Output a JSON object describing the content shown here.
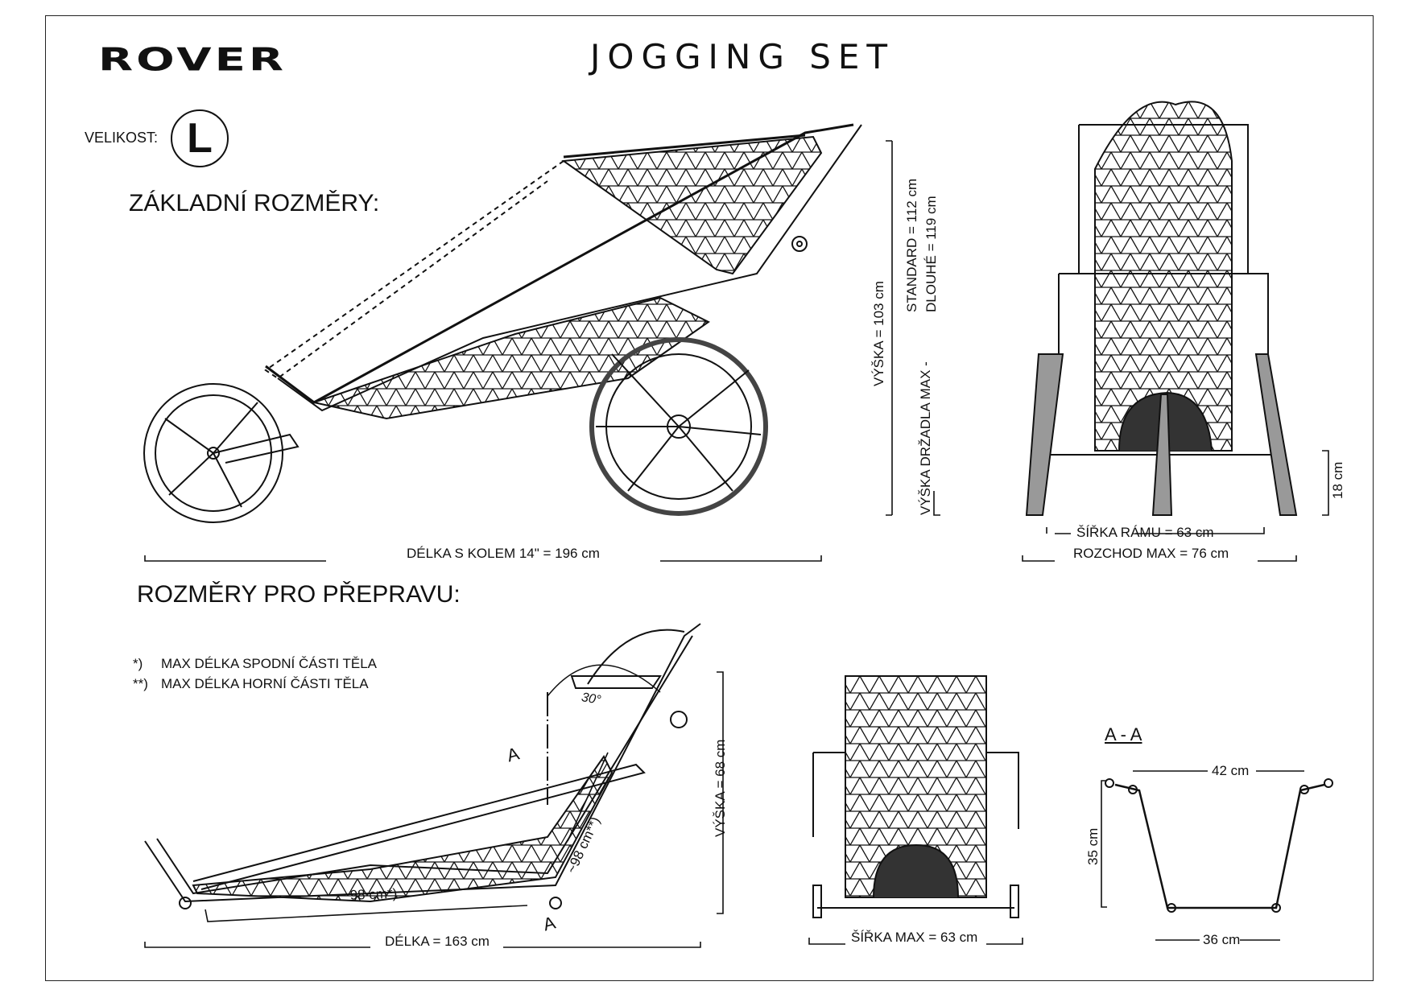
{
  "brand": {
    "logo_text": "ROVER",
    "logo_icon": "rover-x-logo"
  },
  "title": "JOGGING SET",
  "size": {
    "label": "VELIKOST:",
    "value": "L"
  },
  "sections": {
    "basic": "ZÁKLADNÍ ROZMĚRY:",
    "transport": "ROZMĚRY PRO PŘEPRAVU:"
  },
  "basic_dimensions": {
    "length_with_wheel": "DÉLKA S KOLEM  14\" = 196 cm",
    "height": "VÝŠKA = 103 cm",
    "handle_height_label": "VÝŠKA DRŽADLA MAX -",
    "handle_standard": "STANDARD = 112 cm",
    "handle_long": "DLOUHÉ    = 119 cm",
    "frame_width": "ŠÍŘKA RÁMU = 63 cm",
    "track_max": "ROZCHOD MAX = 76 cm",
    "wheel_side": "18 cm"
  },
  "notes": [
    {
      "mark": "*)",
      "text": "MAX DÉLKA SPODNÍ ČÁSTI TĚLA"
    },
    {
      "mark": "**)",
      "text": "MAX DÉLKA HORNÍ ČÁSTI TĚLA"
    }
  ],
  "transport_dimensions": {
    "length": "DÉLKA = 163 cm",
    "height": "VÝŠKA = 68 cm",
    "lower_body": "~ 98 cm*)",
    "upper_body": "~98 cm**)",
    "angle": "30°",
    "section_mark": "A",
    "width_max": "ŠÍŘKA MAX = 63 cm"
  },
  "section_aa": {
    "title": "A - A",
    "top_width": "42 cm",
    "bottom_width": "36 cm",
    "depth": "35 cm"
  }
}
